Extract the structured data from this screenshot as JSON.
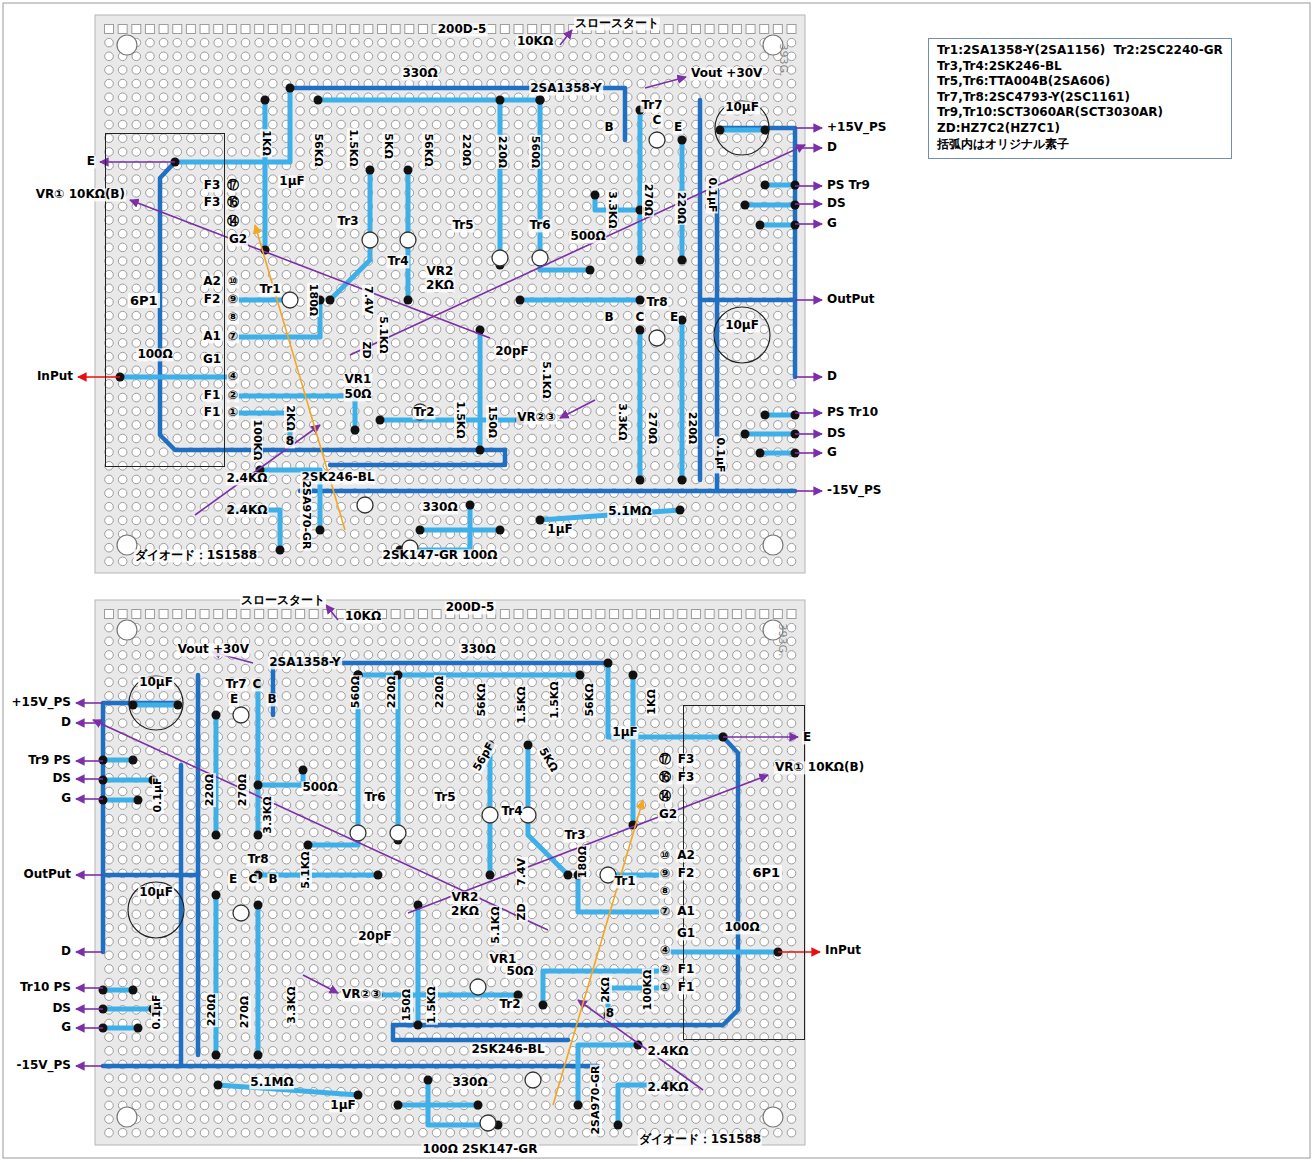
{
  "diagram": {
    "nodes": [
      {
        "text": [
          "Tr1:2SA1358-Y(2SA1156)  Tr2:2SC2240-GR",
          "Tr3,Tr4:2SK246-BL",
          "Tr5,Tr6:TTA004B(2SA606)",
          "Tr7,Tr8:2SC4793-Y(2SC1161)",
          "Tr9,Tr10:SCT3060AR(SCT3030AR)",
          "ZD:HZ7C2(HZ7C1)",
          "括弧内はオリジナル素子"
        ]
      },
      {
        "text": [
          "6P1"
        ]
      },
      {
        "text": [
          "6P1"
        ]
      }
    ],
    "labels": [
      "200D-5",
      "スロースタート",
      "10KΩ",
      "330Ω",
      "Vout +30V",
      "2SA1358-Y",
      "Tr7",
      "C",
      "B",
      "E",
      "10μF",
      "+15V_PS",
      "E",
      "1KΩ",
      "1μF",
      "56KΩ",
      "1.5KΩ",
      "5KΩ",
      "56KΩ",
      "220Ω",
      "220Ω",
      "560Ω",
      "D",
      "F3",
      "⑰",
      "F3",
      "⑯",
      "⑭",
      "G2",
      "VR① 10KΩ(B)",
      "Tr3",
      "Tr4",
      "Tr5",
      "Tr6",
      "500Ω",
      "3.3KΩ",
      "270Ω",
      "220Ω",
      "0.1μF",
      "PS Tr9",
      "DS",
      "G",
      "A2",
      "⑩",
      "F2",
      "⑨",
      "⑧",
      "A1",
      "⑦",
      "Tr1",
      "180Ω",
      "7.4V",
      "ZD",
      "5.1KΩ",
      "VR2",
      "2KΩ",
      "Tr8",
      "B",
      "C",
      "E",
      "OutPut",
      "10μF",
      "20pF",
      "D",
      "InPut",
      "100Ω",
      "G1",
      "④",
      "F1",
      "②",
      "F1",
      "①",
      "VR1",
      "50Ω",
      "5.1KΩ",
      "VR②③",
      "Tr2",
      "1.5KΩ",
      "150Ω",
      "3.3KΩ",
      "270Ω",
      "220Ω",
      "0.1μF",
      "PS Tr10",
      "DS",
      "G",
      "100KΩ",
      "2KΩ",
      "8",
      "2SK246-BL",
      "2.4KΩ",
      "2.4KΩ",
      "-15V_PS",
      "2SA970-GR",
      "330Ω",
      "1μF",
      "5.1MΩ",
      "ダイオード：1S1588",
      "2SK147-GR 100Ω",
      "393G.",
      "スロースタート",
      "200D-5",
      "10KΩ",
      "330Ω",
      "Vout +30V",
      "2SA1358-Y",
      "393G.",
      "+15V_PS",
      "10μF",
      "Tr7",
      "C",
      "E",
      "B",
      "D",
      "560Ω",
      "220Ω",
      "220Ω",
      "56KΩ",
      "1.5KΩ",
      "5KΩ",
      "56pF",
      "1.5KΩ",
      "56KΩ",
      "1μF",
      "1KΩ",
      "E",
      "VR① 10KΩ(B)",
      "Tr9 PS",
      "DS",
      "G",
      "0.1μF",
      "220Ω",
      "270Ω",
      "3.3KΩ",
      "500Ω",
      "Tr6",
      "Tr5",
      "Tr4",
      "Tr3",
      "⑰",
      "F3",
      "⑯",
      "F3",
      "⑭",
      "G2",
      "⑩",
      "A2",
      "⑨",
      "F2",
      "⑧",
      "⑦",
      "A1",
      "G1",
      "④",
      "②",
      "F1",
      "①",
      "F1",
      "OutPut",
      "Tr8",
      "E",
      "C",
      "B",
      "10μF",
      "5.1KΩ",
      "20pF",
      "VR2",
      "2KΩ",
      "5.1KΩ",
      "7.4V",
      "ZD",
      "180Ω",
      "Tr1",
      "D",
      "100Ω",
      "InPut",
      "VR②③",
      "VR1",
      "50Ω",
      "Tr2",
      "150Ω",
      "1.5KΩ",
      "2KΩ",
      "8",
      "100KΩ",
      "Tr10 PS",
      "DS",
      "G",
      "0.1μF",
      "220Ω",
      "270Ω",
      "3.3KΩ",
      "-15V_PS",
      "2SK246-BL",
      "2.4KΩ",
      "2.4KΩ",
      "330Ω",
      "5.1MΩ",
      "1μF",
      "2SA970-GR",
      "ダイオード：1S1588",
      "100Ω 2SK147-GR"
    ]
  }
}
